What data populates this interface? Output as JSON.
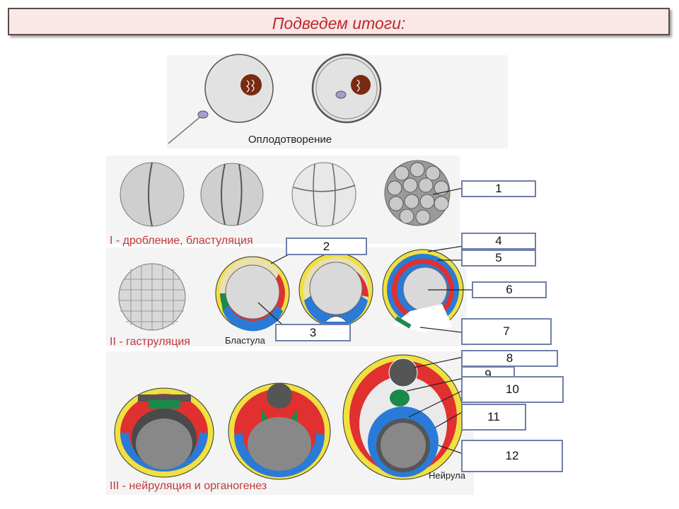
{
  "title": "Подведем итоги:",
  "captions": {
    "fertilization": "Оплодотворение",
    "stage1": "I - дробление, бластуляция",
    "stage2": "II - гаструляция",
    "blastula": "Бластула",
    "stage3": "III - нейруляция и органогенез",
    "neurula": "Нейрула"
  },
  "labels": [
    "1",
    "2",
    "3",
    "4",
    "5",
    "6",
    "7",
    "8",
    "9",
    "10",
    "11",
    "12"
  ],
  "colors": {
    "ectoderm": "#f0e040",
    "mesoderm": "#e03030",
    "endoderm": "#2a7ad8",
    "chordamesoderm": "#1a8a4a",
    "title_text": "#c0282d",
    "title_bg": "#f9e8e6",
    "label_border": "#6f7fa8"
  }
}
